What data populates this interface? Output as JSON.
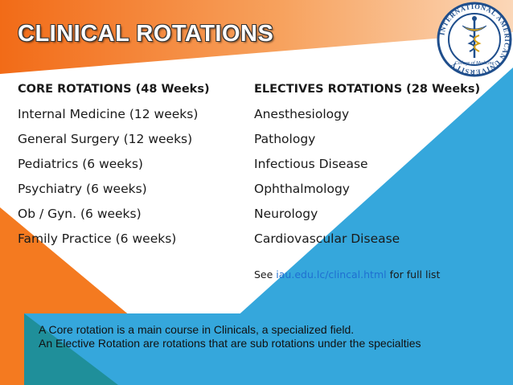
{
  "title": "CLINICAL ROTATIONS",
  "seal": {
    "ring_text": "INTERNATIONAL AMERICAN UNIVERSITY",
    "inner_text": "College of Medicine",
    "colors": {
      "ring": "#1f4e8c",
      "accent": "#d4a017"
    }
  },
  "core": {
    "heading": "CORE ROTATIONS (48 Weeks)",
    "items": [
      "Internal Medicine (12 weeks)",
      "General Surgery (12 weeks)",
      "Pediatrics (6 weeks)",
      "Psychiatry (6 weeks)",
      "Ob / Gyn. (6 weeks)",
      "Family Practice (6 weeks)"
    ]
  },
  "electives": {
    "heading": "ELECTIVES ROTATIONS (28 Weeks)",
    "items": [
      "Anesthesiology",
      "Pathology",
      "Infectious Disease",
      "Ophthalmology",
      "Neurology",
      "Cardiovascular Disease"
    ]
  },
  "see": {
    "prefix": "See ",
    "link": "iau.edu.lc/clincal.html",
    "suffix": " for full list"
  },
  "note": {
    "line1": "A Core rotation is a main course in Clinicals, a specialized field.",
    "line2": "An Elective Rotation are rotations that are sub rotations under the specialties"
  },
  "colors": {
    "orange": "#f47a20",
    "blue": "#35a7dc",
    "teal": "#1f8f9a",
    "link": "#1f6fd1"
  }
}
